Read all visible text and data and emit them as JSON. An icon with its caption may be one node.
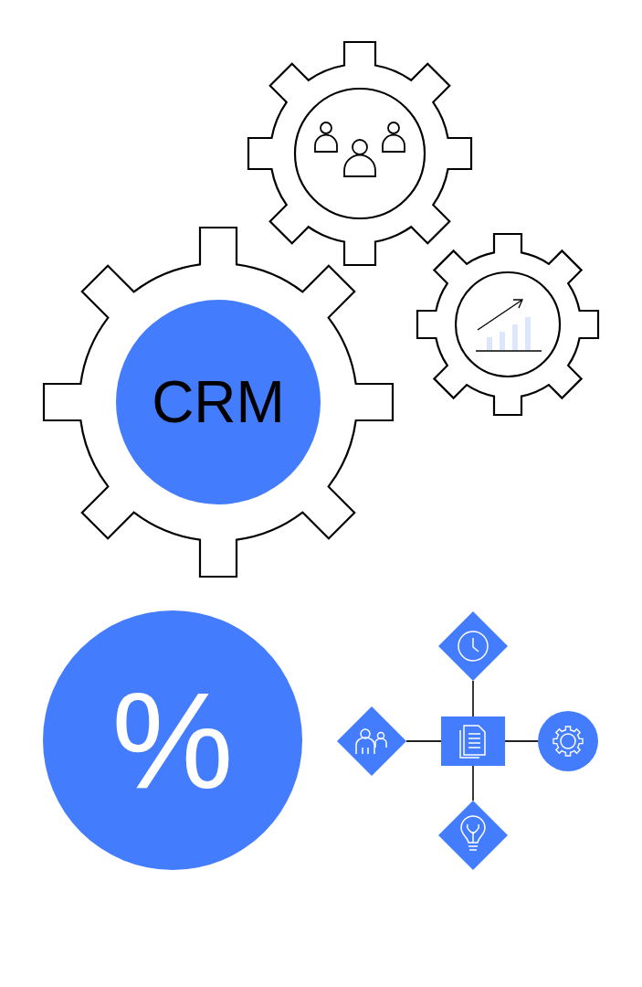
{
  "diagram": {
    "nodes": [
      {
        "text": [],
        "shape": "gear"
      },
      {
        "text": [],
        "shape": "gear"
      },
      {
        "text": [
          "CRM"
        ]
      },
      {
        "text": [
          "%"
        ]
      },
      {
        "text": [],
        "shape": "box"
      },
      {
        "text": [],
        "shape": "diamond"
      },
      {
        "text": [],
        "shape": "diamond"
      },
      {
        "text": [],
        "shape": "circle"
      },
      {
        "text": [],
        "shape": "diamond"
      }
    ],
    "edges": [
      {
        "from": 4,
        "to": 5,
        "arrow": "none"
      },
      {
        "from": 4,
        "to": 6,
        "arrow": "none"
      },
      {
        "from": 4,
        "to": 7,
        "arrow": "none"
      },
      {
        "from": 4,
        "to": 8,
        "arrow": "none"
      }
    ]
  }
}
